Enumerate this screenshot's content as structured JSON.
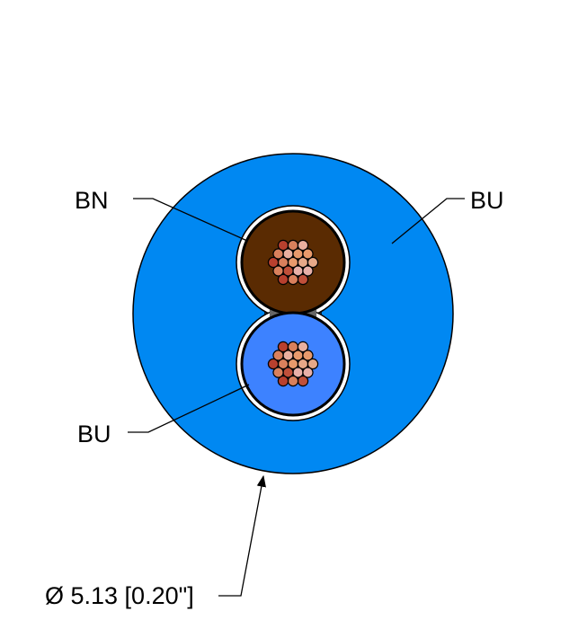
{
  "labels": {
    "brown_conductor": "BN",
    "jacket": "BU",
    "blue_conductor": "BU",
    "diameter": "Ø 5.13 [0.20\"]"
  },
  "colors": {
    "jacket": "#0088f2",
    "brown_insulation": "#5a2b02",
    "blue_insulation": "#3d82ff",
    "filler": "#666666",
    "strand": "#e8a07a"
  }
}
